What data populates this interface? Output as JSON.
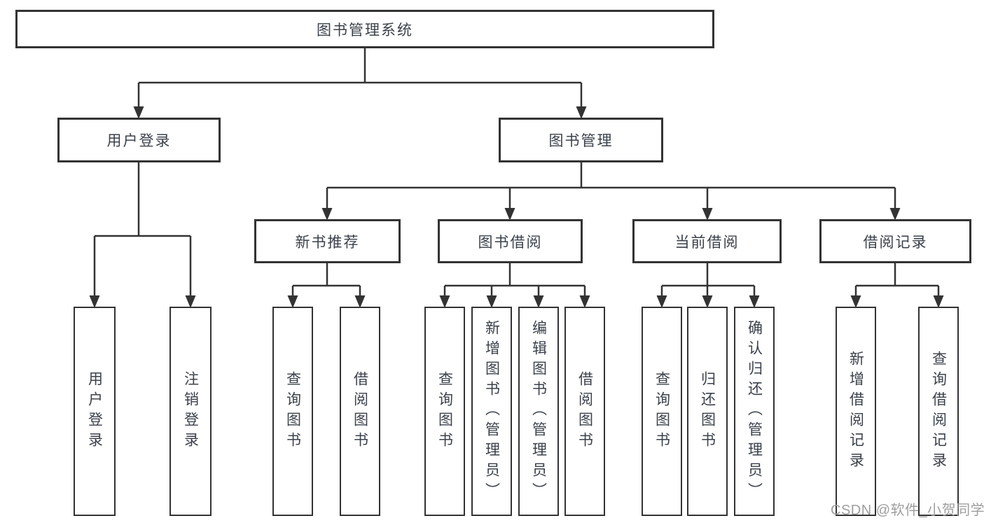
{
  "diagram": {
    "title": "图书管理系统",
    "branches": [
      {
        "label": "用户登录",
        "children": [
          {
            "label": "用户登录"
          },
          {
            "label": "注销登录"
          }
        ]
      },
      {
        "label": "图书管理",
        "children": [
          {
            "label": "新书推荐",
            "children": [
              {
                "label": "查询图书"
              },
              {
                "label": "借阅图书"
              }
            ]
          },
          {
            "label": "图书借阅",
            "children": [
              {
                "label": "查询图书"
              },
              {
                "label": "新增图书（管理员）"
              },
              {
                "label": "编辑图书（管理员）"
              },
              {
                "label": "借阅图书"
              }
            ]
          },
          {
            "label": "当前借阅",
            "children": [
              {
                "label": "查询图书"
              },
              {
                "label": "归还图书"
              },
              {
                "label": "确认归还（管理员）"
              }
            ]
          },
          {
            "label": "借阅记录",
            "children": [
              {
                "label": "新增借阅记录"
              },
              {
                "label": "查询借阅记录"
              }
            ]
          }
        ]
      }
    ]
  },
  "watermark": {
    "text": "CSDN @软件_小贺同学"
  },
  "colors": {
    "line": "#333333",
    "text": "#3b414b",
    "watermark": "#9e9e9e",
    "background": "#ffffff"
  }
}
